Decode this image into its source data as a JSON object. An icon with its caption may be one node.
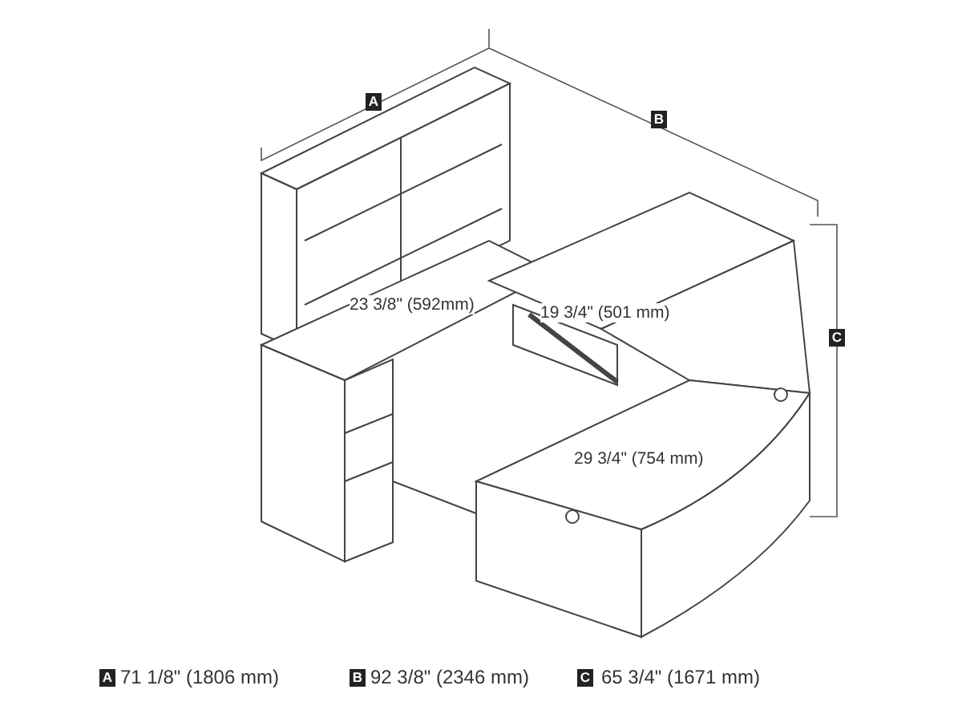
{
  "diagram": {
    "labels": [
      "A",
      "B",
      "C",
      "23 3/8\" (592mm)",
      "19 3/4\" (501 mm)",
      "29 3/4\" (754 mm)",
      "A",
      "71 1/8\" (1806 mm)",
      "B",
      "92 3/8\" (2346 mm)",
      "C",
      "65 3/4\" (1671 mm)"
    ]
  }
}
